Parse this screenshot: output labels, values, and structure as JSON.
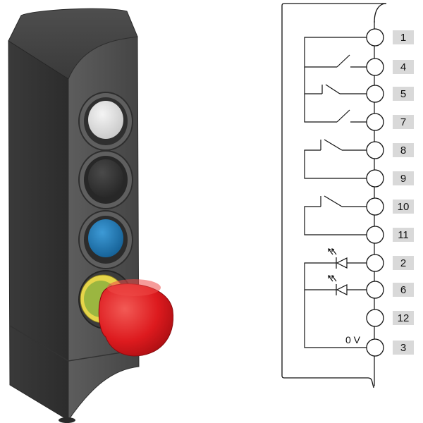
{
  "device": {
    "buttons": [
      {
        "name": "white",
        "color": "#dedede"
      },
      {
        "name": "black",
        "color": "#3c3c3c"
      },
      {
        "name": "blue",
        "color": "#1c7fc2"
      }
    ],
    "emergency_stop_color": "#dd1a1e",
    "ring_color": "#e6d54a",
    "housing_color": "#555555"
  },
  "schematic": {
    "terminals": [
      "1",
      "4",
      "5",
      "7",
      "8",
      "9",
      "10",
      "11",
      "2",
      "6",
      "12",
      "3"
    ],
    "ground_label": "0 V"
  }
}
